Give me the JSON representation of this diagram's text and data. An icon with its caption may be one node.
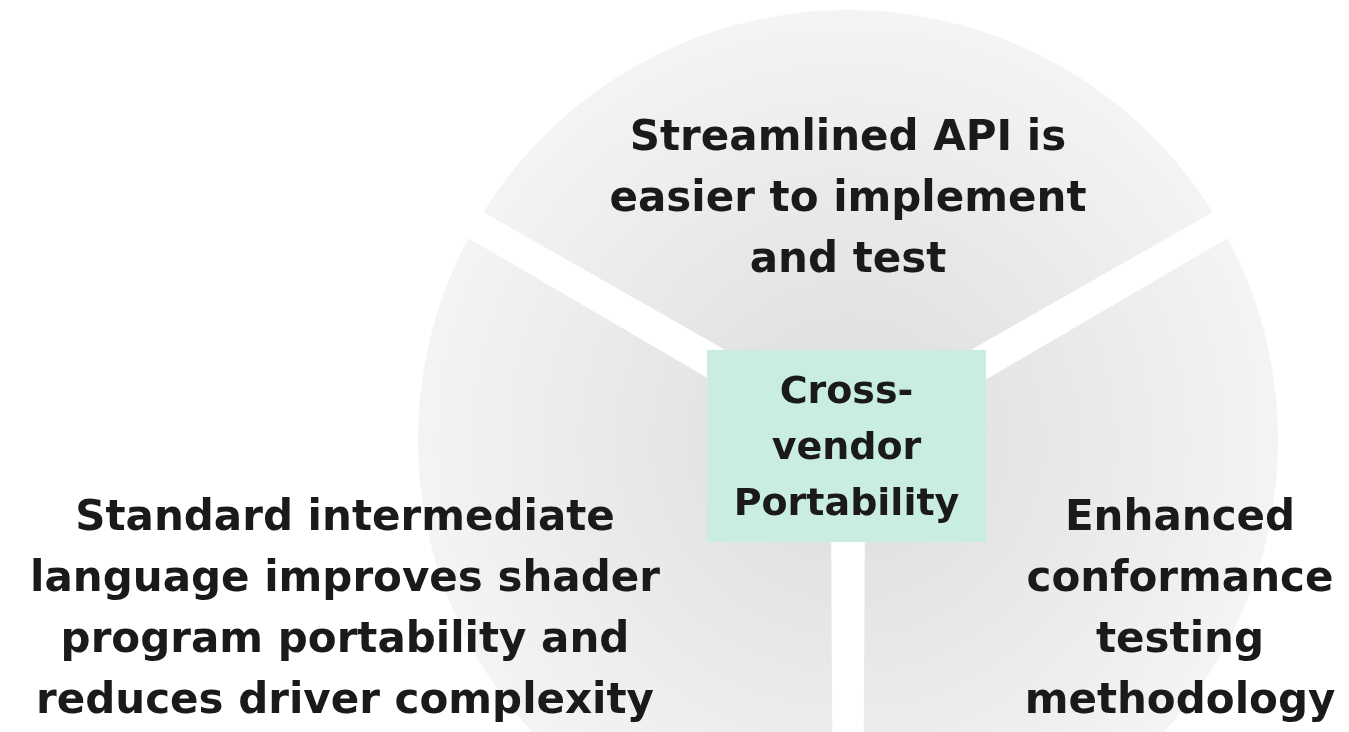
{
  "diagram": {
    "nodes": [
      {
        "text": [
          "Streamlined API is easier to implement and test"
        ]
      },
      {
        "text": [
          "Cross-vendor Portability"
        ]
      },
      {
        "text": [
          "Standard intermediate language improves shader program portability and reduces driver complexity"
        ]
      },
      {
        "text": [
          "Enhanced conformance testing methodology"
        ]
      }
    ],
    "edges": []
  }
}
